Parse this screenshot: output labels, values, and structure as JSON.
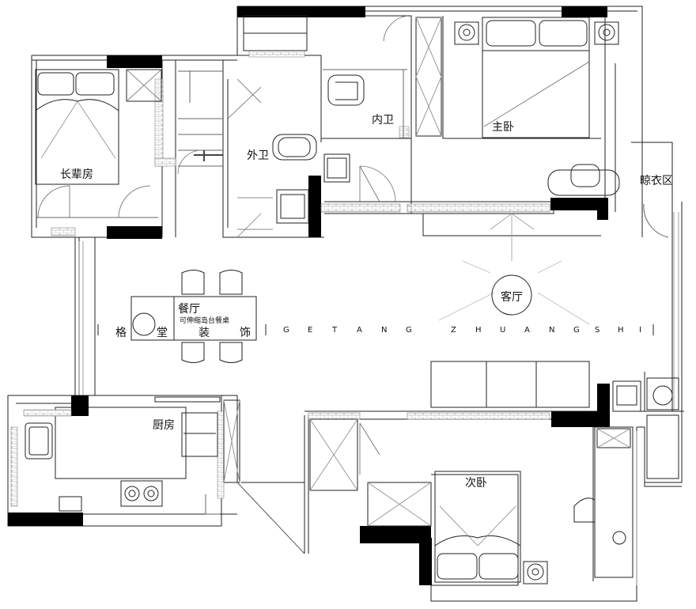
{
  "rooms": {
    "elder_room": "长辈房",
    "guest_bath": "外卫",
    "master_bath": "内卫",
    "master_bedroom": "主卧",
    "drying_area": "晾衣区",
    "living_room": "客厅",
    "dining_room": "餐厅",
    "dining_note": "可伸缩岛台餐桌",
    "kitchen": "厨房",
    "second_bedroom": "次卧"
  },
  "brand": {
    "cn": [
      "格",
      "堂",
      "装",
      "饰"
    ],
    "en": [
      "G",
      "E",
      "T",
      "A",
      "N",
      "G",
      "Z",
      "H",
      "U",
      "A",
      "N",
      "G",
      "S",
      "H",
      "I"
    ]
  },
  "colors": {
    "wall": "#000000",
    "line": "#222222",
    "tile": "#bbbbbb",
    "background": "#ffffff"
  }
}
